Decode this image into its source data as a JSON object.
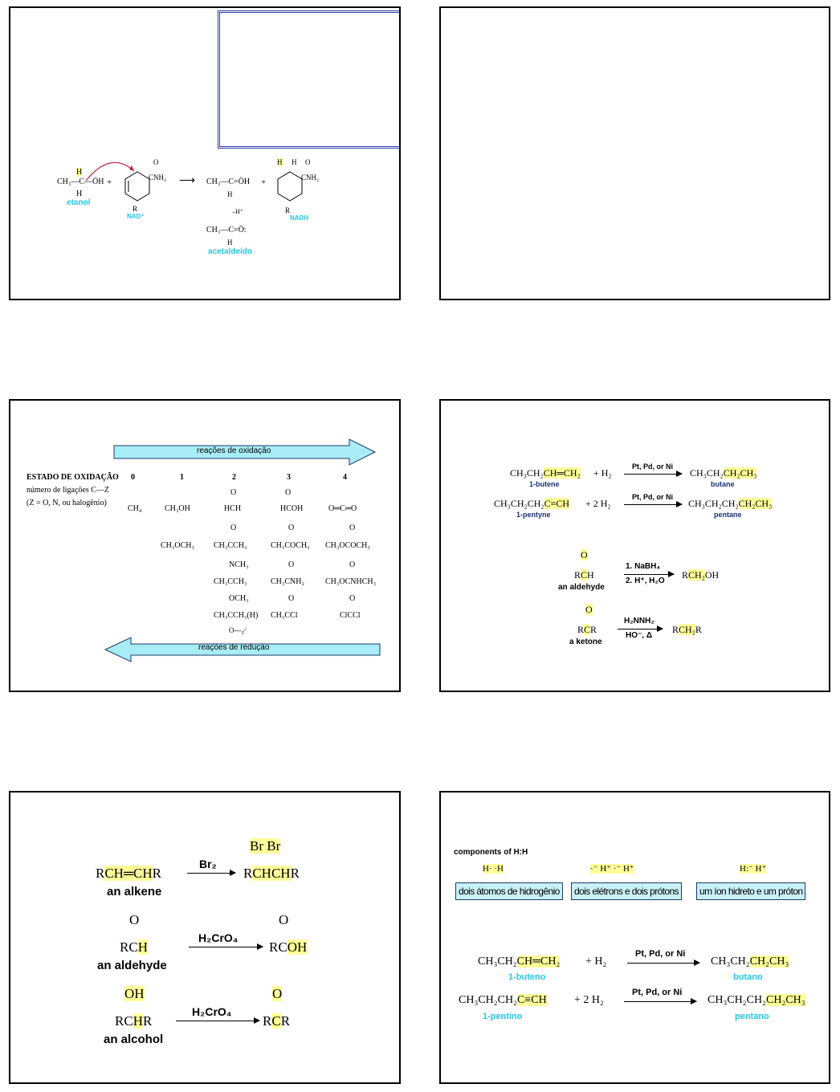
{
  "slide1": {
    "etanol_frag": "CH₃—C—ÖH",
    "h_top": "H",
    "h_bottom": "H",
    "plus": "+",
    "nad_amide": "CNH₂",
    "nad_o": "O",
    "nad_r": "R",
    "arrow": "⟶",
    "prod_top": "CH₃—C=ÖH",
    "prod_h": "H",
    "minus_h": "–H⁺",
    "prod_bottom": "CH₃—C=Ö:",
    "prod_h2": "H",
    "nadh_h1": "H",
    "nadh_h2": "H",
    "nadh_amide": "CNH₂",
    "nadh_o": "O",
    "nadh_r": "R",
    "label_etanol": "etanol",
    "label_nad": "NAD⁺",
    "label_acetaldeido": "acetaldeído",
    "label_nadh": "NADH"
  },
  "slide3": {
    "oxid_label": "reações de oxidação",
    "red_label": "reações de redução",
    "heading": "ESTADO DE OXIDAÇÃO",
    "sub1": "número de ligações C—Z",
    "sub2": "(Z = O, N, ou halogênio)",
    "cols": [
      "0",
      "1",
      "2",
      "3",
      "4"
    ],
    "row1": [
      "CH₄",
      "CH₃OH",
      "HCH",
      "HCOH",
      "O═C═O"
    ],
    "row2": [
      "CH₃OCH₃",
      "CH₃CCH₃",
      "CH₃COCH₃",
      "CH₃OCOCH₃"
    ],
    "row3": [
      "NCH₃",
      "CH₃CCH₃",
      "CH₃CNH₂",
      "CH₃OCNHCH₃"
    ],
    "row4": [
      "OCH₃",
      "CH₃CCH₃(H)",
      "CH₃CCl",
      "ClCCl"
    ],
    "o_mark": "O",
    "extra": "O---₃⁄"
  },
  "slide4": {
    "r1_left": "CH₃CH₂CH═CH₂",
    "r1_plus": "+ H₂",
    "r1_cond": "Pt, Pd, or Ni",
    "r1_right": "CH₃CH₂CH₂CH₃",
    "r1_lname": "1-butene",
    "r1_rname": "butane",
    "r2_left": "CH₃CH₂CH₂C≡CH",
    "r2_plus": "+ 2 H₂",
    "r2_cond": "Pt, Pd, or Ni",
    "r2_right": "CH₃CH₂CH₂CH₂CH₃",
    "r2_lname": "1-pentyne",
    "r2_rname": "pentane",
    "r3_o": "O",
    "r3_left": "RCH",
    "r3_name": "an aldehyde",
    "r3_cond1": "1. NaBH₄",
    "r3_cond2": "2. H⁺, H₂O",
    "r3_right": "RCH₂OH",
    "r4_o": "O",
    "r4_left": "RCR",
    "r4_name": "a ketone",
    "r4_cond1": "H₂NNH₂",
    "r4_cond2": "HO⁻, Δ",
    "r4_right": "RCH₂R"
  },
  "slide5": {
    "r1_left": "RCH═CHR",
    "r1_name": "an alkene",
    "r1_cond": "Br₂",
    "r1_br": "Br Br",
    "r1_right": "RCHCHR",
    "r2_o": "O",
    "r2_left": "RCH",
    "r2_name": "an aldehyde",
    "r2_cond": "H₂CrO₄",
    "r2_ro": "O",
    "r2_right": "RCOH",
    "r3_oh": "OH",
    "r3_left": "RCHR",
    "r3_name": "an alcohol",
    "r3_cond": "H₂CrO₄",
    "r3_ro": "O",
    "r3_right": "RCR"
  },
  "slide6": {
    "title": "components of H:H",
    "g1": "H·  ·H",
    "g2": "·⁻  H⁺  ·⁻  H⁺",
    "g3": "H:⁻   H⁺",
    "box1": "dois átomos de hidrogênio",
    "box2": "dois elétrons e dois prótons",
    "box3": "um íon hidreto e um próton",
    "r1_left": "CH₃CH₂CH═CH₂",
    "r1_plus": "+   H₂",
    "r1_cond": "Pt, Pd, or Ni",
    "r1_right": "CH₃CH₂CH₂CH₃",
    "r1_lname": "1-buteno",
    "r1_rname": "butano",
    "r2_left": "CH₃CH₂CH₂C≡CH",
    "r2_plus": "+   2 H₂",
    "r2_cond": "Pt, Pd, or Ni",
    "r2_right": "CH₃CH₂CH₂CH₂CH₃",
    "r2_lname": "1-pentino",
    "r2_rname": "pentano"
  }
}
